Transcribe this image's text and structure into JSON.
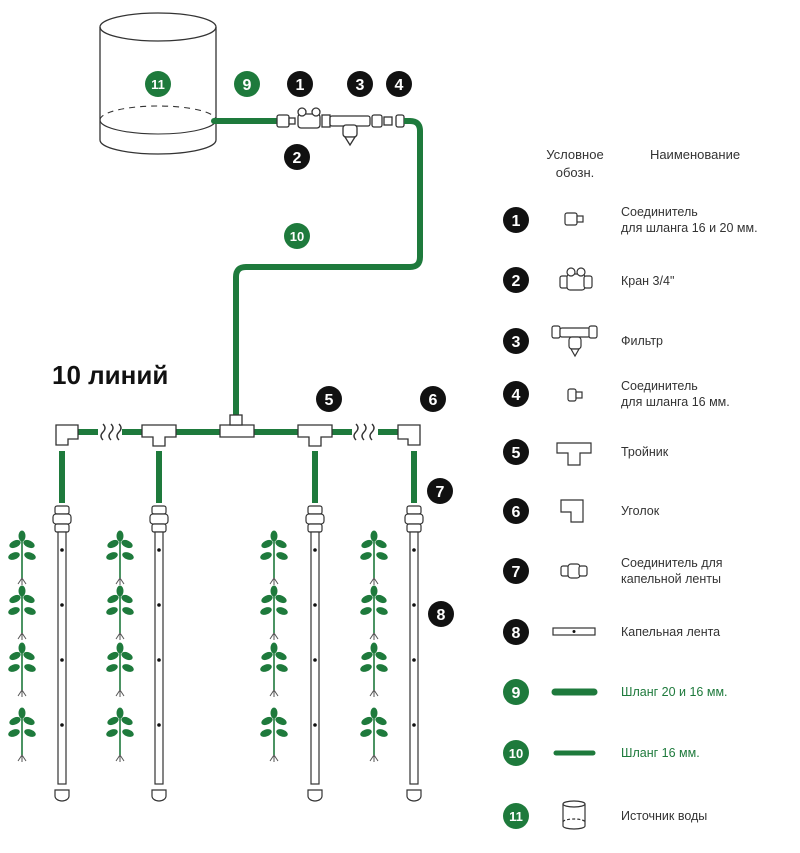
{
  "diagram": {
    "lines_label": "10 линий",
    "callouts": [
      "1",
      "2",
      "3",
      "4",
      "5",
      "6",
      "7",
      "8",
      "9",
      "10",
      "11"
    ]
  },
  "legend": {
    "col_symbol_line1": "Условное",
    "col_symbol_line2": "обозн.",
    "col_name": "Наименование",
    "items": [
      {
        "num": "1",
        "icon": "connector-icon",
        "name_lines": [
          "Соединитель",
          "для шланга 16 и 20 мм."
        ]
      },
      {
        "num": "2",
        "icon": "valve-icon",
        "name_lines": [
          "Кран 3/4\""
        ]
      },
      {
        "num": "3",
        "icon": "filter-icon",
        "name_lines": [
          "Фильтр"
        ]
      },
      {
        "num": "4",
        "icon": "connector-small-icon",
        "name_lines": [
          "Соединитель",
          "для шланга 16 мм."
        ]
      },
      {
        "num": "5",
        "icon": "tee-icon",
        "name_lines": [
          "Тройник"
        ]
      },
      {
        "num": "6",
        "icon": "elbow-icon",
        "name_lines": [
          "Уголок"
        ]
      },
      {
        "num": "7",
        "icon": "drip-tape-connector-icon",
        "name_lines": [
          "Соединитель для",
          "капельной ленты"
        ]
      },
      {
        "num": "8",
        "icon": "drip-tape-icon",
        "name_lines": [
          "Капельная лента"
        ]
      },
      {
        "num": "9",
        "icon": "hose-20-16-icon",
        "name_lines": [
          "Шланг 20 и 16 мм."
        ]
      },
      {
        "num": "10",
        "icon": "hose-16-icon",
        "name_lines": [
          "Шланг 16 мм."
        ]
      },
      {
        "num": "11",
        "icon": "water-source-icon",
        "name_lines": [
          "Источник воды"
        ]
      }
    ]
  },
  "colors": {
    "green": "#1e7a3c",
    "black": "#111111",
    "gray": "#666666"
  }
}
